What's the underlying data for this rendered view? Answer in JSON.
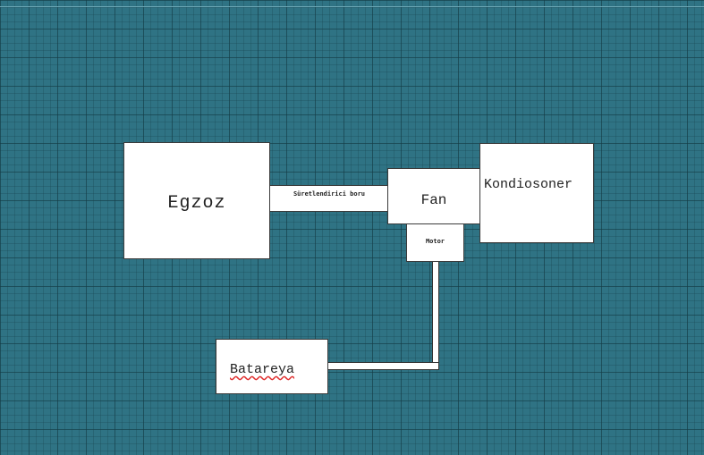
{
  "diagram": {
    "nodes": {
      "egzoz": "Egzoz",
      "boru": "Süretlendirici boru",
      "fan": "Fan",
      "kondiosoner": "Kondiosoner",
      "motor": "Motor",
      "batareya": "Batareya"
    },
    "connections": [
      {
        "from": "Egzoz",
        "to": "Fan",
        "via": "Süretlendirici boru"
      },
      {
        "from": "Fan",
        "to": "Kondiosoner"
      },
      {
        "from": "Motor",
        "to": "Fan"
      },
      {
        "from": "Batareya",
        "to": "Motor"
      }
    ],
    "colors": {
      "background": "#2f7384",
      "box": "#ffffff",
      "spellcheck": "#e03030"
    }
  }
}
